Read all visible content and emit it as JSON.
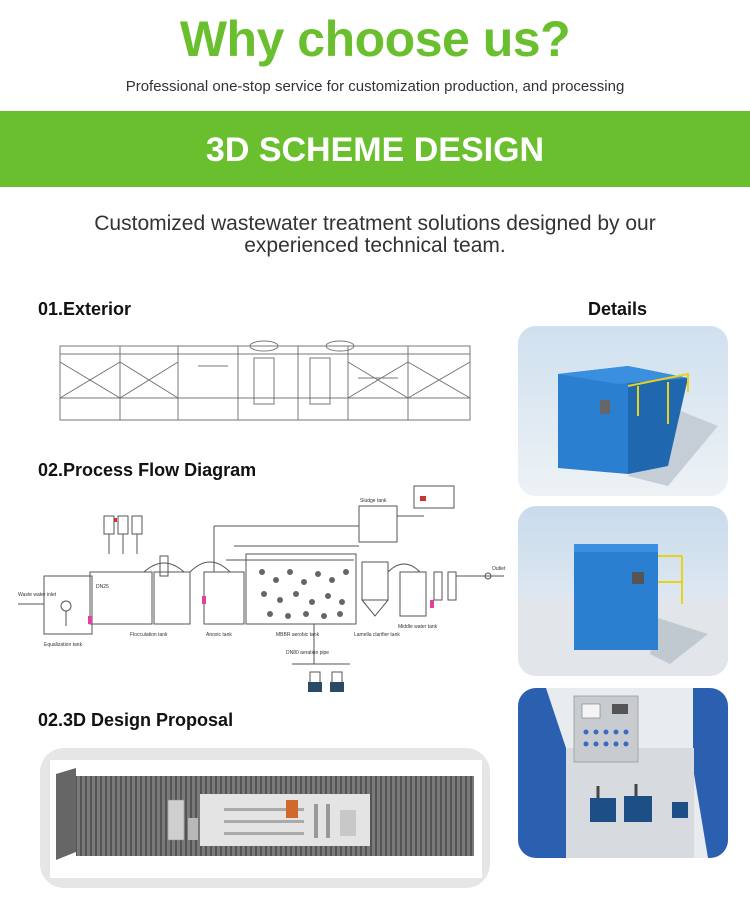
{
  "header": {
    "title": "Why choose us?",
    "subtitle": "Professional one-stop service for customization production, and processing"
  },
  "banner": {
    "title": "3D SCHEME DESIGN"
  },
  "intro": {
    "line1": "Customized wastewater treatment solutions designed by our",
    "line2": "experienced technical team."
  },
  "sections": {
    "exterior": "01.Exterior",
    "process": "02.Process Flow Diagram",
    "proposal": "02.3D Design Proposal",
    "details": "Details"
  },
  "diagram_labels": {
    "waste_water_inlet": "Waste water inlet",
    "equalization_tank": "Equalization tank",
    "dn25": "DN25",
    "flocculation_tank": "Flocculation tank",
    "anoxic_tank": "Anoxic tank",
    "mbbr_tank": "MBBR aerobic tank",
    "lamella_tank": "Lamella clarifier tank",
    "middle_water_tank": "Middle water tank",
    "outlet": "Outlet",
    "sludge_tank": "Sludge tank",
    "aeration_pipe": "DN80 aeration pipe"
  },
  "colors": {
    "brand_green": "#6abf2e",
    "tank_blue": "#2a7fd0",
    "railing_yellow": "#e8d21c"
  }
}
